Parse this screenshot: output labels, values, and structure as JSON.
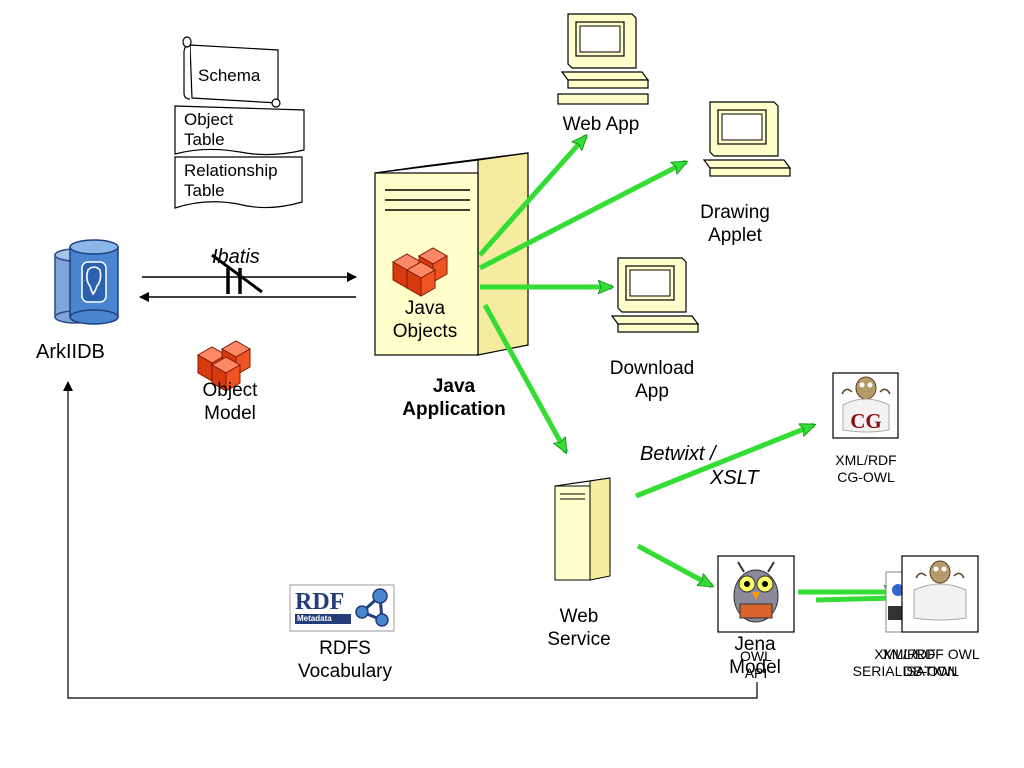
{
  "db": {
    "label": "ArkIIDB"
  },
  "ibatis": {
    "label": "Ibatis"
  },
  "schema": {
    "title": "Schema",
    "object_table": [
      "Object",
      "Table"
    ],
    "relationship_table": [
      "Relationship",
      "Table"
    ]
  },
  "object_model": {
    "label": [
      "Object",
      "Model"
    ]
  },
  "java_app": {
    "objects_label": [
      "Java",
      "Objects"
    ],
    "label": [
      "Java",
      "Application"
    ]
  },
  "web_app": {
    "label": "Web App"
  },
  "drawing_applet": {
    "label": [
      "Drawing",
      "Applet"
    ]
  },
  "download_app": {
    "label": [
      "Download",
      "App"
    ]
  },
  "web_service": {
    "label": [
      "Web",
      "Service"
    ]
  },
  "betwixt": {
    "label": [
      "Betwixt /",
      "XSLT"
    ]
  },
  "cg": {
    "badge": "CG",
    "label": [
      "XML/RDF",
      "CG-OWL"
    ]
  },
  "jena": {
    "label": [
      "Jena",
      "Model"
    ],
    "overlap": [
      "OWL",
      "API"
    ]
  },
  "owl_output": {
    "label_a": [
      "XML/RDF",
      "SERIALISATION"
    ],
    "label_b": [
      "XML/RDF OWL",
      "DB-OWL"
    ]
  },
  "rdf": {
    "logo": "RDF",
    "sublogo": "Metadata",
    "label": [
      "RDFS",
      "Vocabulary"
    ]
  }
}
